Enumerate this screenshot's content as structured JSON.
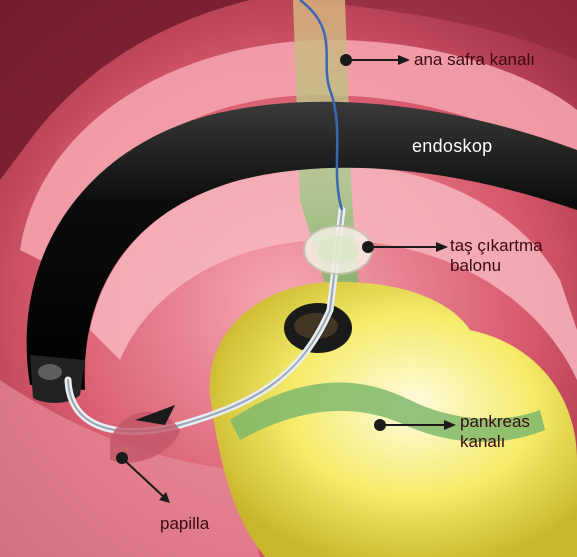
{
  "labels": {
    "bile_duct": "ana safra kanalı",
    "endoscope": "endoskop",
    "balloon_line1": "taş çıkartma",
    "balloon_line2": "balonu",
    "pancreatic_line1": "pankreas",
    "pancreatic_line2": "kanalı",
    "papilla": "papilla"
  },
  "colors": {
    "tissue_outer": "#c8485e",
    "tissue_fold": "#f29aa6",
    "endoscope_body": "#0d0d0d",
    "duct": "#a9c98a",
    "pancreas": "#f2e85a",
    "label_text": "#3a0a10"
  }
}
